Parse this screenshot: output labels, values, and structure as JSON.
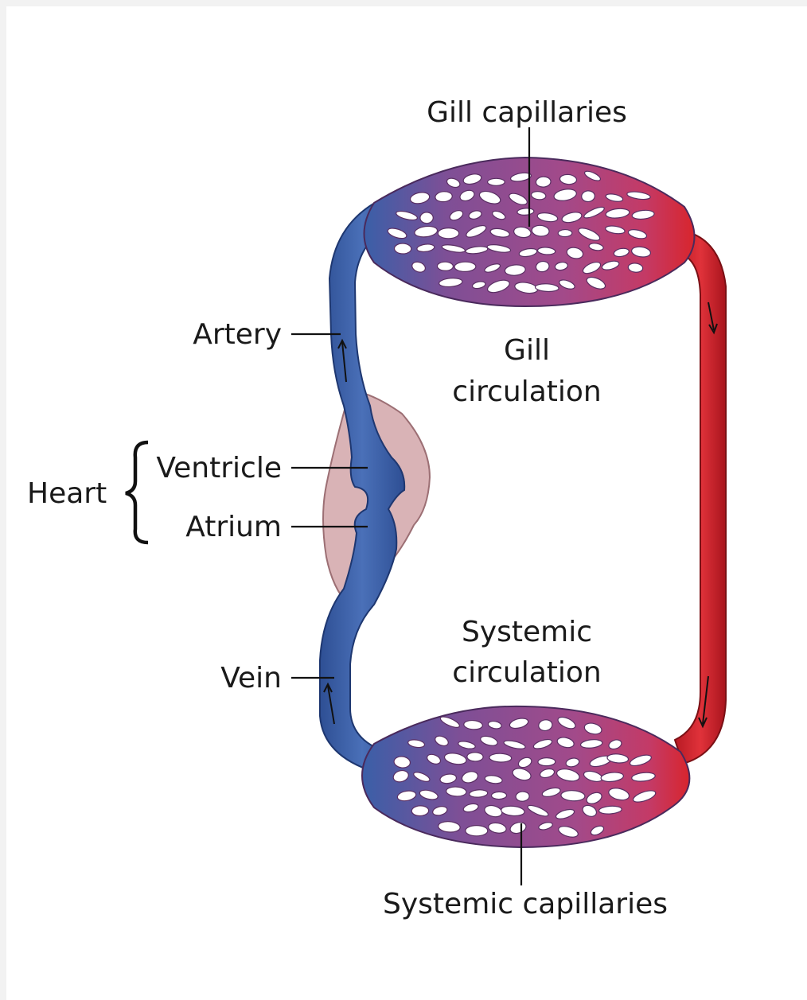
{
  "labels": {
    "gill_capillaries": "Gill capillaries",
    "gill_circulation_line1": "Gill",
    "gill_circulation_line2": "circulation",
    "artery": "Artery",
    "heart": "Heart",
    "ventricle": "Ventricle",
    "atrium": "Atrium",
    "vein": "Vein",
    "systemic_circulation_line1": "Systemic",
    "systemic_circulation_line2": "circulation",
    "systemic_capillaries": "Systemic capillaries"
  },
  "colors": {
    "deoxygenated": "#3a5fa8",
    "oxygenated": "#d8252d",
    "capillary_bed": "#9c4a8e",
    "heart_tissue": "#d9b3b6",
    "text": "#1a1a1a"
  }
}
